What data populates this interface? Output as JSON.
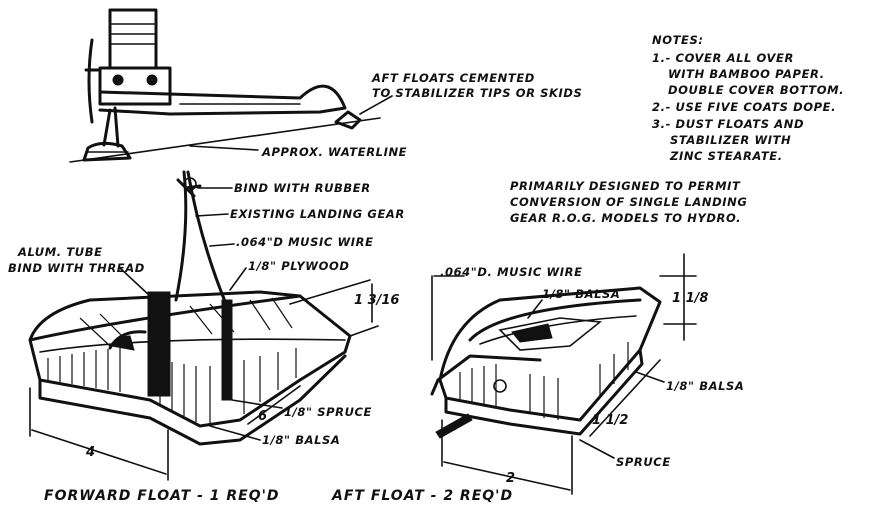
{
  "notes": {
    "title": "NOTES:",
    "lines": [
      "1.- COVER ALL OVER",
      "WITH BAMBOO PAPER.",
      "DOUBLE COVER BOTTOM.",
      "2.- USE FIVE COATS DOPE.",
      "3.- DUST FLOATS AND",
      "STABILIZER WITH",
      "ZINC STEARATE."
    ]
  },
  "purpose": [
    "PRIMARILY DESIGNED TO PERMIT",
    "CONVERSION OF SINGLE LANDING",
    "GEAR R.O.G. MODELS TO HYDRO."
  ],
  "plane_labels": {
    "aft_floats": [
      "AFT FLOATS CEMENTED",
      "TO STABILIZER TIPS OR SKIDS"
    ],
    "waterline": "APPROX. WATERLINE"
  },
  "forward_float": {
    "bind_rubber": "BIND WITH RUBBER",
    "landing_gear": "EXISTING LANDING GEAR",
    "music_wire": ".064\"D MUSIC WIRE",
    "plywood": "1/8\" PLYWOOD",
    "alum_tube": [
      "ALUM. TUBE",
      "BIND WITH THREAD"
    ],
    "spruce": "1/8\" SPRUCE",
    "balsa": "1/8\" BALSA",
    "dim_height": "1 3/16",
    "dim_length": "4",
    "dim_width": "6",
    "caption": "FORWARD FLOAT - 1 REQ'D"
  },
  "aft_float": {
    "music_wire": ".064\"D. MUSIC WIRE",
    "balsa_top": "1/8\" BALSA",
    "balsa_side": "1/8\" BALSA",
    "spruce": "SPRUCE",
    "dim_height": "1 1/8",
    "dim_width": "1 1/2",
    "dim_length": "2",
    "caption": "AFT FLOAT - 2 REQ'D"
  }
}
